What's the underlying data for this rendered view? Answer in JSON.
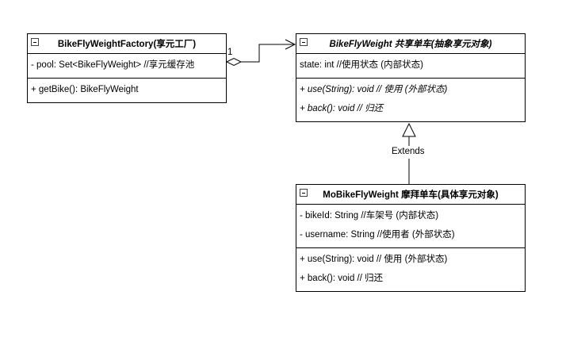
{
  "factory": {
    "title": "BikeFlyWeightFactory(享元工厂)",
    "attributes": [
      "- pool: Set<BikeFlyWeight> //享元缓存池"
    ],
    "operations": [
      "+ getBike(): BikeFlyWeight"
    ]
  },
  "flyweight": {
    "title": "BikeFlyWeight 共享单车(抽象享元对象)",
    "attributes": [
      "state: int //使用状态 (内部状态)"
    ],
    "operations": [
      "+ use(String): void // 使用 (外部状态)",
      "+ back(): void // 归还"
    ]
  },
  "mobike": {
    "title": "MoBikeFlyWeight 摩拜单车(具体享元对象)",
    "attributes": [
      "- bikeId: String //车架号 (内部状态)",
      "- username: String //使用者 (外部状态)"
    ],
    "operations": [
      "+ use(String): void // 使用 (外部状态)",
      "+ back(): void // 归还"
    ]
  },
  "edges": {
    "aggregation_multiplicity": "1",
    "inheritance_label": "Extends"
  }
}
